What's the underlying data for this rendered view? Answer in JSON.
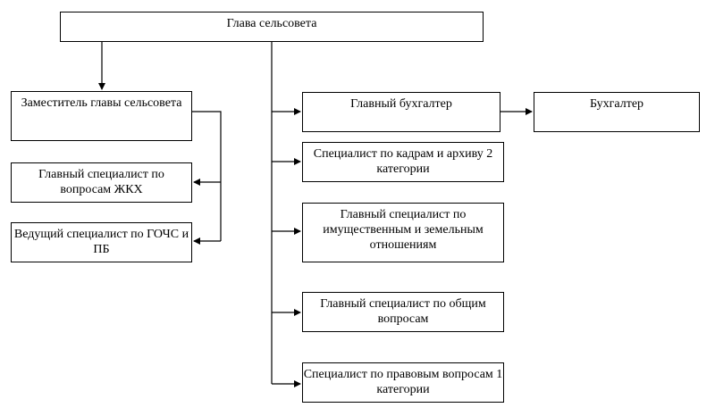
{
  "diagram": {
    "nodes": {
      "head": {
        "label": "Глава сельсовета"
      },
      "deputy": {
        "label": "Заместитель главы сельсовета"
      },
      "zhkh": {
        "label": "Главный специалист по вопросам ЖКХ"
      },
      "gochs": {
        "label": "Ведущий специалист по ГОЧС и ПБ"
      },
      "chief_accountant": {
        "label": "Главный бухгалтер"
      },
      "accountant": {
        "label": "Бухгалтер"
      },
      "hr_archive": {
        "label": "Специалист по кадрам и архиву 2 категории"
      },
      "property_land": {
        "label": "Главный специалист по имущественным и земельным отношениям"
      },
      "general": {
        "label": "Главный специалист по общим вопросам"
      },
      "legal": {
        "label": "Специалист по правовым вопросам 1 категории"
      }
    },
    "edges": [
      {
        "from": "head",
        "to": "deputy"
      },
      {
        "from": "head",
        "to": "chief_accountant"
      },
      {
        "from": "head",
        "to": "hr_archive"
      },
      {
        "from": "head",
        "to": "property_land"
      },
      {
        "from": "head",
        "to": "general"
      },
      {
        "from": "head",
        "to": "legal"
      },
      {
        "from": "chief_accountant",
        "to": "accountant"
      },
      {
        "from": "deputy",
        "to": "zhkh"
      },
      {
        "from": "deputy",
        "to": "gochs"
      }
    ]
  }
}
